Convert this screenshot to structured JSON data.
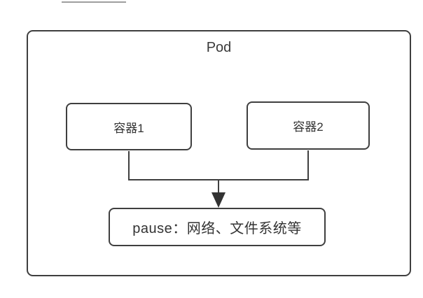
{
  "diagram": {
    "title": "Pod",
    "nodes": [
      {
        "id": "container1",
        "label": "容器1"
      },
      {
        "id": "container2",
        "label": "容器2"
      },
      {
        "id": "pause",
        "label": "pause：网络、文件系统等"
      }
    ],
    "colors": {
      "border": "#3f3f3f",
      "text": "#333333",
      "background": "#ffffff"
    }
  }
}
